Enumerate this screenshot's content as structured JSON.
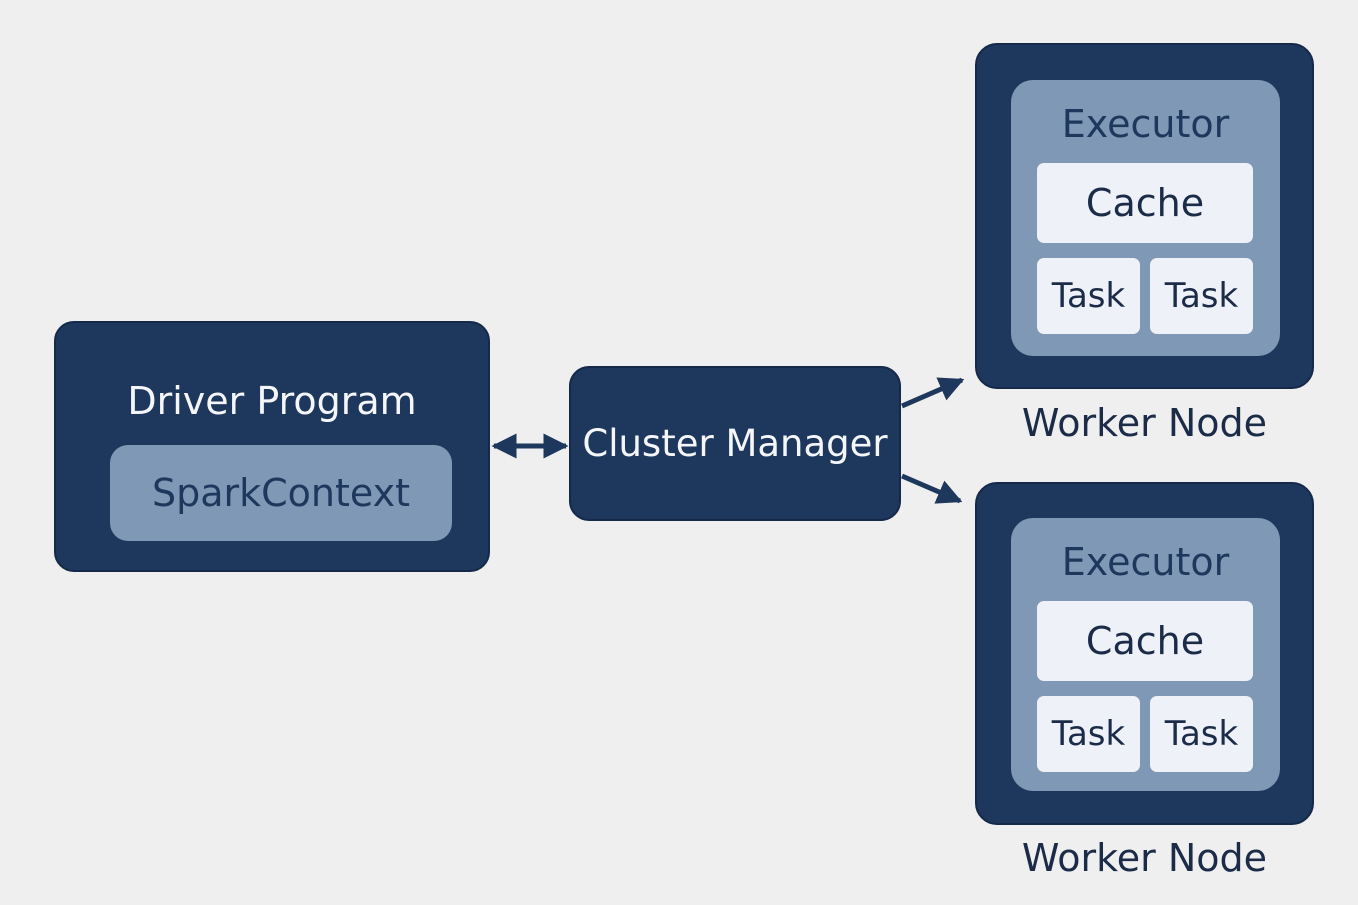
{
  "driver": {
    "title": "Driver Program",
    "context": "SparkContext"
  },
  "cluster_manager": {
    "title": "Cluster Manager"
  },
  "workers": [
    {
      "caption": "Worker Node",
      "executor": {
        "title": "Executor",
        "cache": "Cache",
        "tasks": [
          "Task",
          "Task"
        ]
      }
    },
    {
      "caption": "Worker Node",
      "executor": {
        "title": "Executor",
        "cache": "Cache",
        "tasks": [
          "Task",
          "Task"
        ]
      }
    }
  ],
  "colors": {
    "dark_navy": "#1e375d",
    "steel_blue": "#7f98b5",
    "light_panel": "#eef1f7",
    "background": "#efefef"
  }
}
